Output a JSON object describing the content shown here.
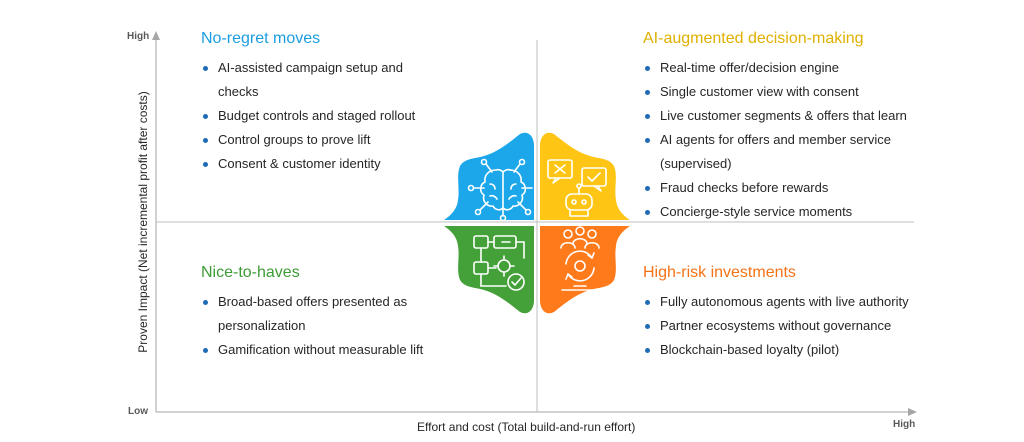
{
  "axes": {
    "y_high": "High",
    "y_low": "Low",
    "x_high": "High",
    "y_title": "Proven Impact (Net incremental profit after costs)",
    "x_title_main": "Effort and cost",
    "x_title_sub": "(Total build-and-run effort)"
  },
  "quadrants": {
    "top_left": {
      "title": "No-regret moves",
      "color": "#1a9de0",
      "items": [
        "AI-assisted campaign setup and checks",
        "Budget controls and staged rollout",
        "Control groups to prove lift",
        "Consent & customer identity"
      ]
    },
    "top_right": {
      "title": "AI-augmented decision-making",
      "color": "#e0b000",
      "items": [
        "Real-time offer/decision engine",
        "Single customer view with consent",
        "Live customer segments & offers that learn",
        "AI agents for offers and member service (supervised)",
        "Fraud checks before rewards",
        "Concierge-style service moments"
      ]
    },
    "bottom_left": {
      "title": "Nice-to-haves",
      "color": "#3d9b35",
      "items": [
        "Broad-based offers presented as personalization",
        "Gamification without measurable lift"
      ]
    },
    "bottom_right": {
      "title": "High-risk investments",
      "color": "#f47216",
      "items": [
        "Fully autonomous agents with live authority",
        "Partner ecosystems without governance",
        "Blockchain-based loyalty (pilot)"
      ]
    }
  },
  "petals": {
    "top_left": {
      "icon": "brain-circuit-icon",
      "color": "#1ba7ea"
    },
    "top_right": {
      "icon": "robot-decision-icon",
      "color": "#fec514"
    },
    "bottom_left": {
      "icon": "workflow-check-icon",
      "color": "#44a038"
    },
    "bottom_right": {
      "icon": "team-cycle-icon",
      "color": "#ff7a1a"
    }
  }
}
